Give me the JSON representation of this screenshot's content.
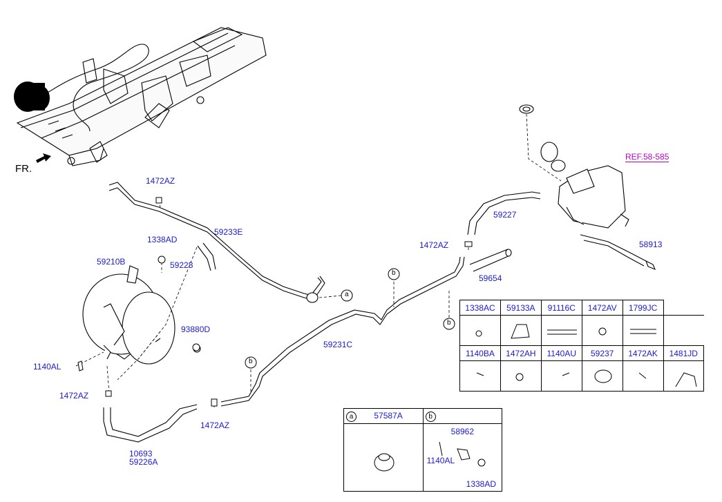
{
  "front_marker": "FR.",
  "ref_label": "REF.58-585",
  "labels": {
    "l_1472AZ_top": "1472AZ",
    "l_59233E": "59233E",
    "l_1338AD": "1338AD",
    "l_59210B": "59210B",
    "l_59228": "59228",
    "l_93880D": "93880D",
    "l_1140AL": "1140AL",
    "l_1472AZ_left": "1472AZ",
    "l_1472AZ_bottom": "1472AZ",
    "l_10693": "10693",
    "l_59226A": "59226A",
    "l_59231C": "59231C",
    "l_1472AZ_mid": "1472AZ",
    "l_59227": "59227",
    "l_59654": "59654",
    "l_58913": "58913"
  },
  "callouts": {
    "a": "a",
    "b": "b"
  },
  "parts_table": {
    "row1": [
      "1338AC",
      "59133A",
      "91116C",
      "1472AV",
      "1799JC"
    ],
    "row2": [
      "1140BA",
      "1472AH",
      "1140AU",
      "59237",
      "1472AK",
      "1481JD"
    ]
  },
  "detail_table": {
    "a_key": "a",
    "a_part": "57587A",
    "b_key": "b",
    "b_parts": {
      "p1": "58962",
      "p2": "1140AL",
      "p3": "1338AD"
    }
  }
}
